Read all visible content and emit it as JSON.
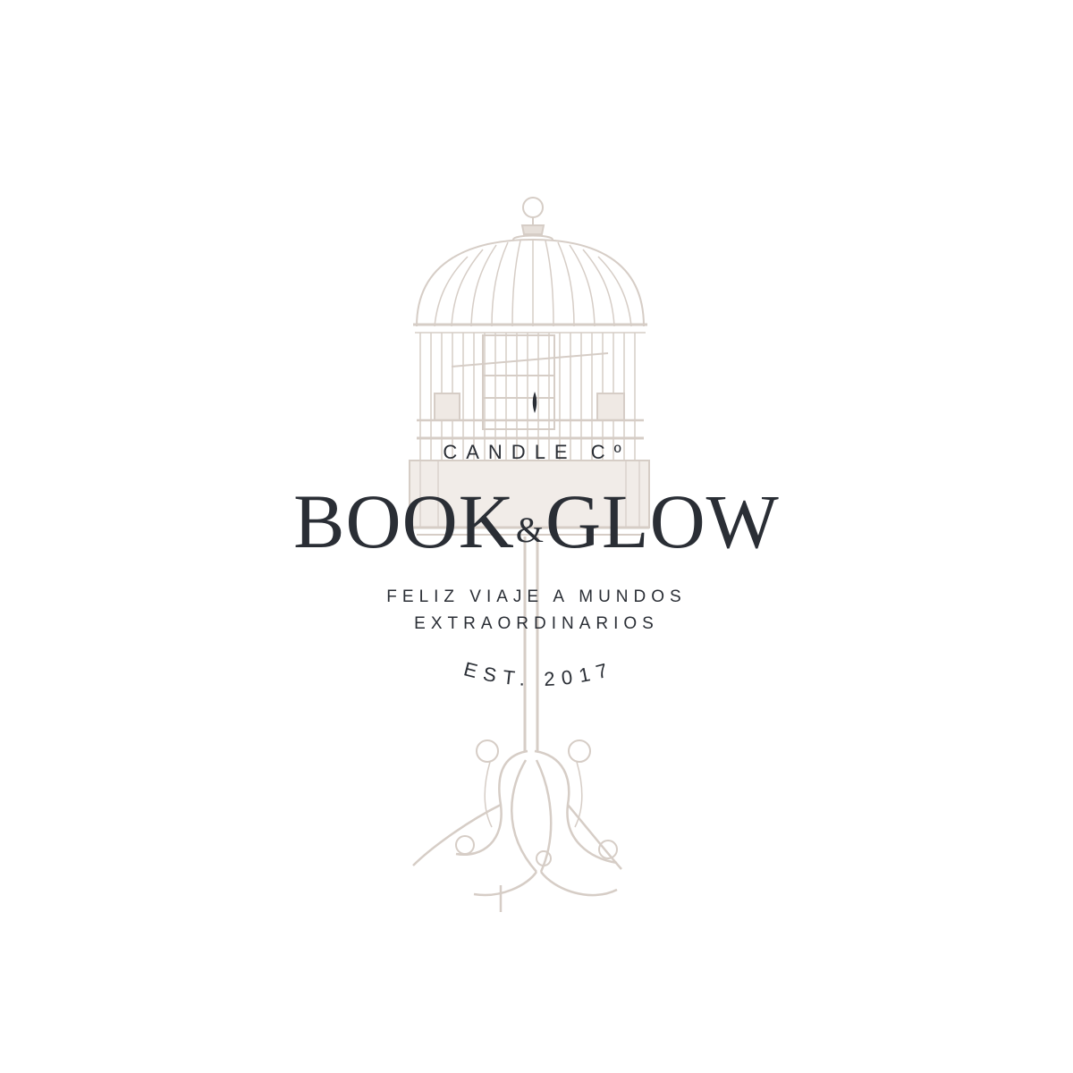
{
  "logo": {
    "candle_label": "CANDLE Cº",
    "brand_first": "BOOK",
    "brand_amp": "&",
    "brand_second": "GLOW",
    "tagline_line1": "FELIZ VIAJE A MUNDOS",
    "tagline_line2": "EXTRAORDINARIOS",
    "established": "EST. 2017"
  },
  "colors": {
    "text": "#2a2e35",
    "illustration": "#d6cdc6",
    "background": "#ffffff"
  },
  "icons": {
    "illustration": "birdcage-on-stand-icon",
    "flame": "candle-flame-icon"
  }
}
